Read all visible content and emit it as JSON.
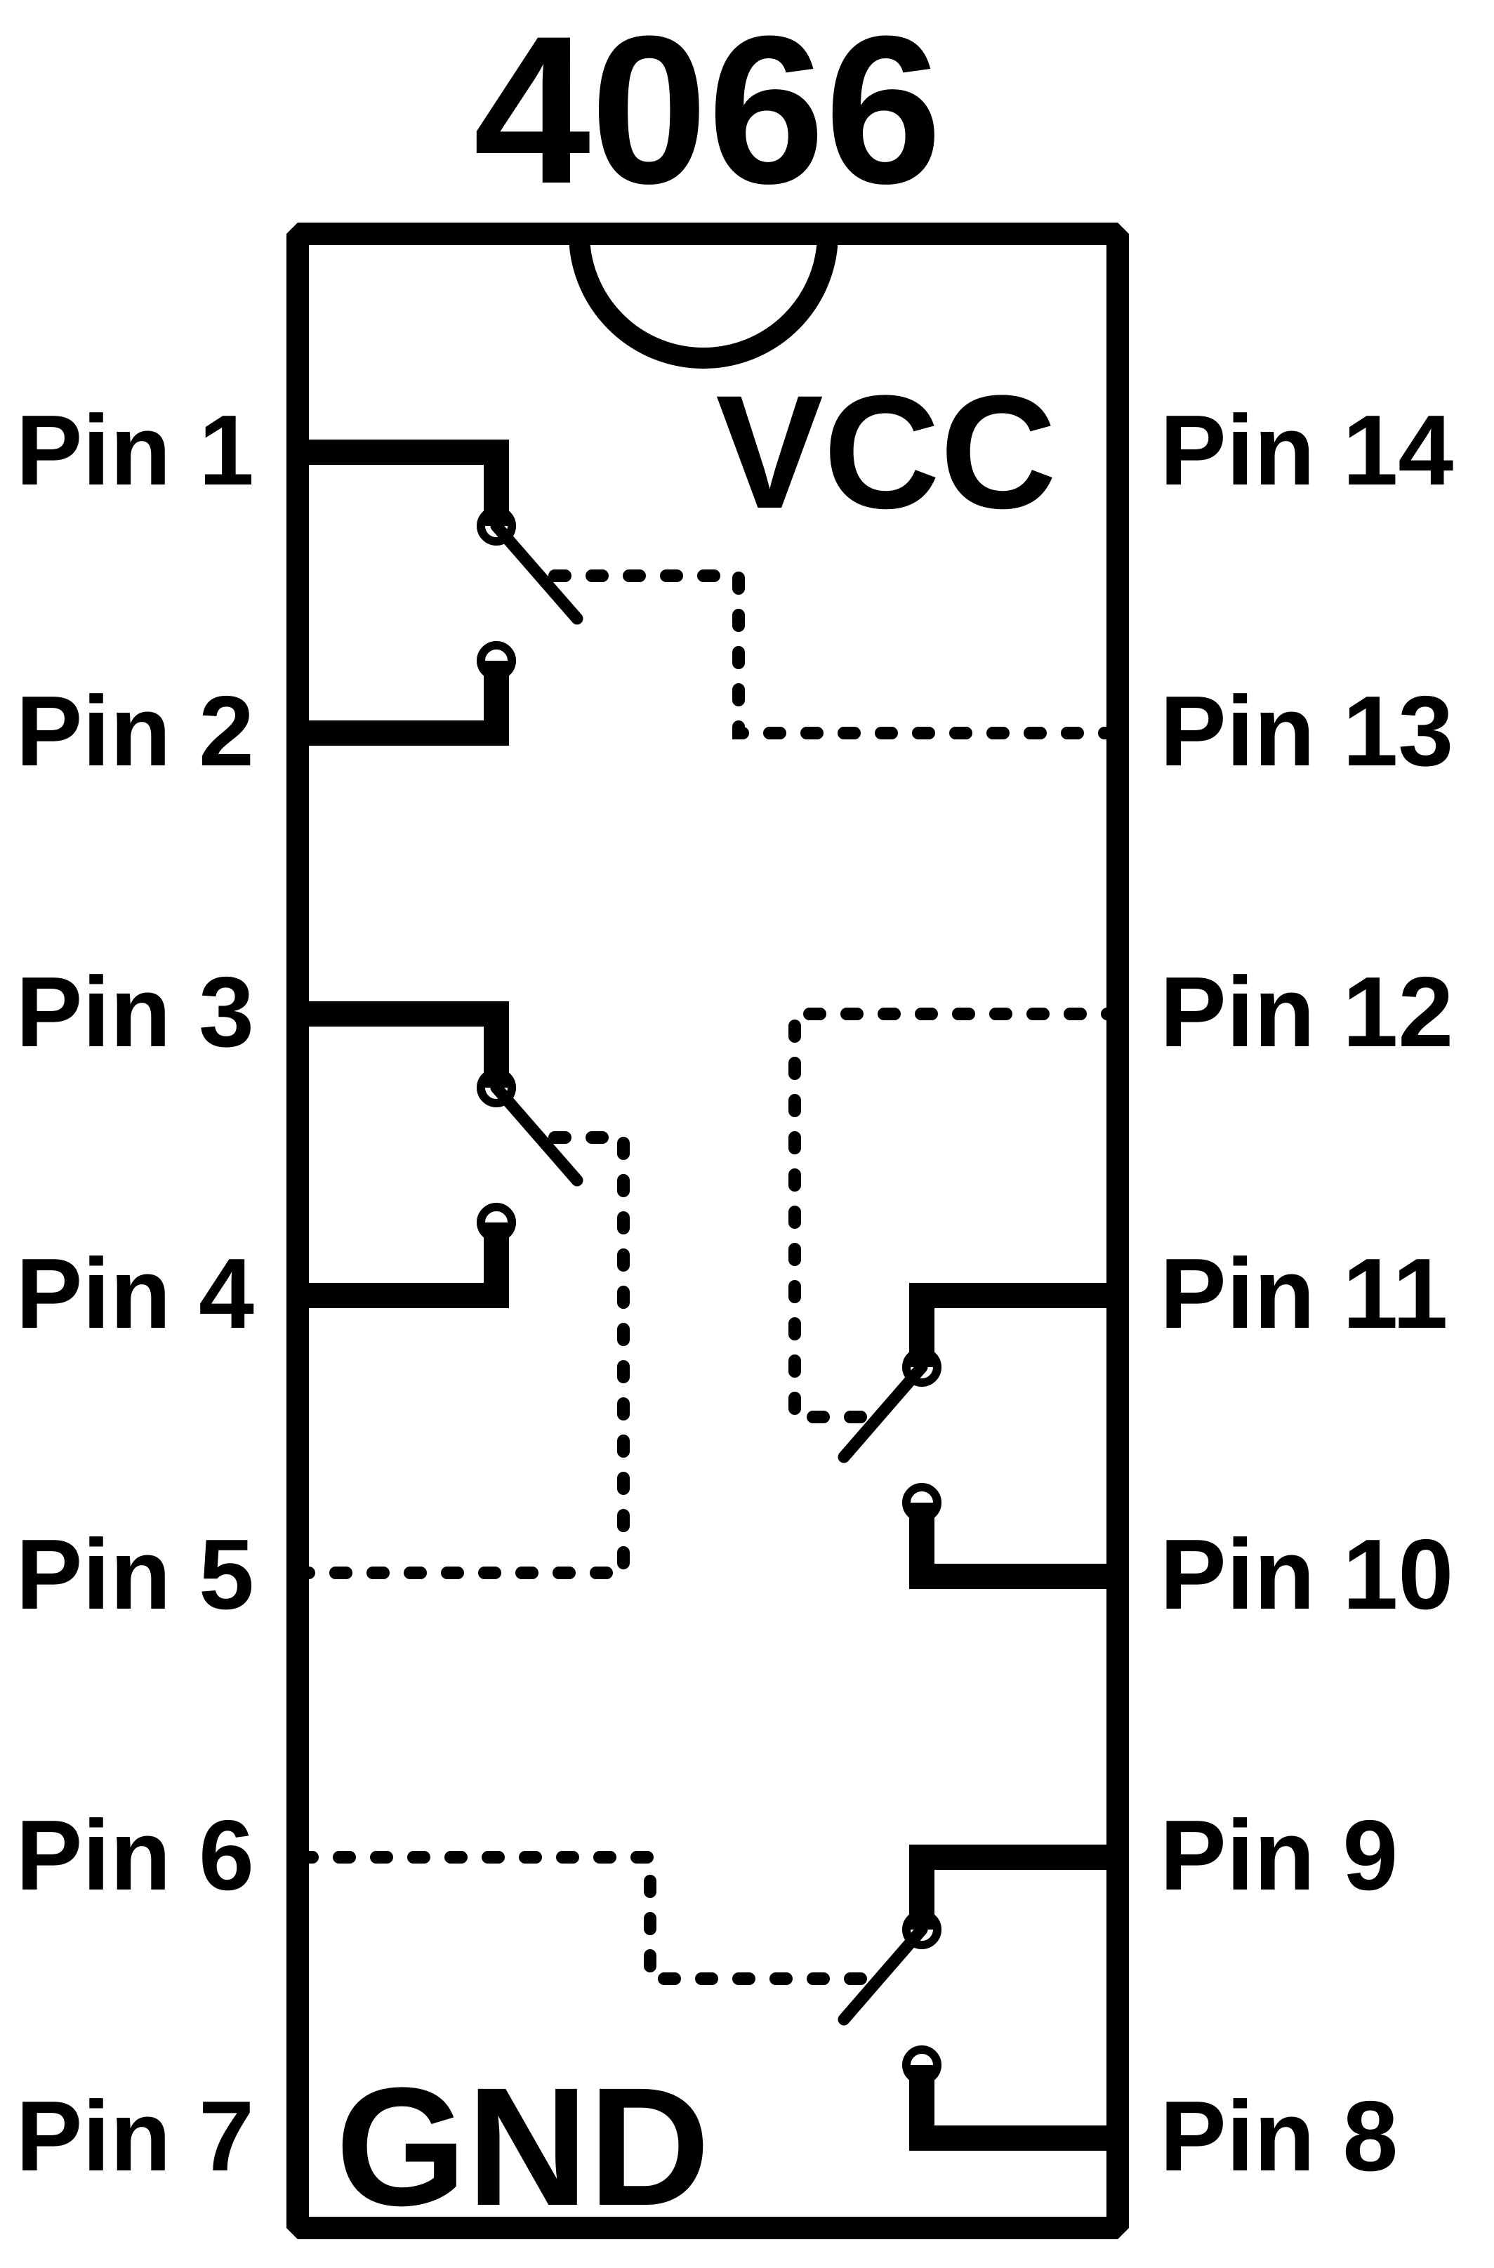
{
  "colors": {
    "ink": "#000000",
    "background": "#ffffff"
  },
  "title": "4066",
  "chip": {
    "power_label": "VCC",
    "ground_label": "GND"
  },
  "pins": {
    "left": [
      {
        "label": "Pin 1"
      },
      {
        "label": "Pin 2"
      },
      {
        "label": "Pin 3"
      },
      {
        "label": "Pin 4"
      },
      {
        "label": "Pin 5"
      },
      {
        "label": "Pin 6"
      },
      {
        "label": "Pin 7"
      }
    ],
    "right": [
      {
        "label": "Pin 14"
      },
      {
        "label": "Pin 13"
      },
      {
        "label": "Pin 12"
      },
      {
        "label": "Pin 11"
      },
      {
        "label": "Pin 10"
      },
      {
        "label": "Pin 9"
      },
      {
        "label": "Pin 8"
      }
    ]
  },
  "switches": [
    {
      "input": "Pin 1",
      "output": "Pin 2",
      "control": "Pin 13"
    },
    {
      "input": "Pin 3",
      "output": "Pin 4",
      "control": "Pin 5"
    },
    {
      "input": "Pin 11",
      "output": "Pin 10",
      "control": "Pin 12"
    },
    {
      "input": "Pin 9",
      "output": "Pin 8",
      "control": "Pin 6"
    }
  ]
}
